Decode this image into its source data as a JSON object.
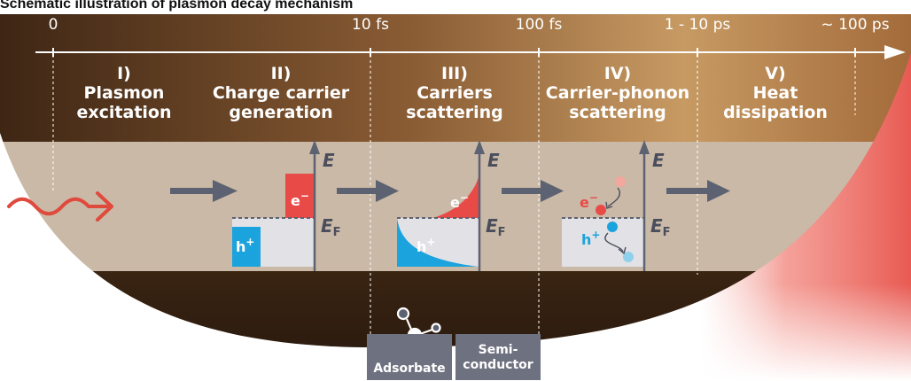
{
  "title": "Schematic illustration of plasmon decay mechanism",
  "timeline": {
    "ticks": [
      "0",
      "10 fs",
      "100 fs",
      "1 - 10 ps",
      "~ 100 ps"
    ]
  },
  "stages": [
    {
      "num": "I)",
      "line1": "Plasmon",
      "line2": "excitation"
    },
    {
      "num": "II)",
      "line1": "Charge carrier",
      "line2": "generation"
    },
    {
      "num": "III)",
      "line1": "Carriers",
      "line2": "scattering"
    },
    {
      "num": "IV)",
      "line1": "Carrier-phonon",
      "line2": "scattering"
    },
    {
      "num": "V)",
      "line1": "Heat",
      "line2": "dissipation"
    }
  ],
  "energy_axis": {
    "label": "E",
    "fermi": "E",
    "fermi_sub": "F"
  },
  "carriers": {
    "electron": "e",
    "hole": "h",
    "minus": "−",
    "plus": "+"
  },
  "outlets": {
    "adsorbate": "Adsorbate",
    "semiconductor_line1": "Semi-",
    "semiconductor_line2": "conductor"
  },
  "colors": {
    "dome_dark": "#3e2614",
    "dome_light": "#c79a63",
    "band": "#c9b9a6",
    "electron": "#e84b47",
    "hole": "#1aa3dc",
    "arrow": "#5d6272",
    "plasmon_wave": "#e04a3d",
    "heat": "#f07a70",
    "chip": "#6e7180"
  }
}
